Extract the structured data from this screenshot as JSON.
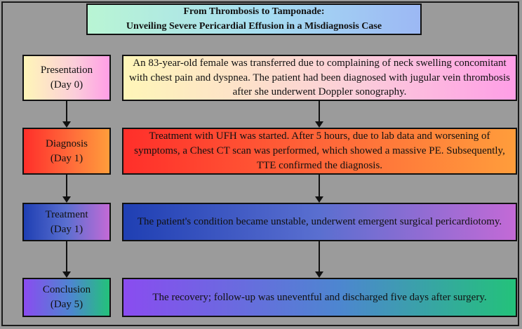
{
  "title": {
    "line1": "From Thrombosis to Tamponade:",
    "line2": "Unveiling Severe Pericardial Effusion in a Misdiagnosis Case"
  },
  "rows": [
    {
      "stage": "Presentation",
      "day": "(Day 0)",
      "text": "An 83-year-old female was transferred due  to complaining of neck swelling concomitant with chest pain and dyspnea. The patient had been diagnosed with jugular vein thrombosis after she underwent Doppler sonography."
    },
    {
      "stage": "Diagnosis",
      "day": "(Day 1)",
      "text": "Treatment with UFH was started. After 5 hours, due to lab data and worsening of symptoms, a Chest CT scan was performed, which showed a massive PE. Subsequently, TTE confirmed the diagnosis."
    },
    {
      "stage": "Treatment",
      "day": "(Day 1)",
      "text": "The patient's condition became unstable, underwent emergent surgical pericardiotomy."
    },
    {
      "stage": "Conclusion",
      "day": "(Day 5)",
      "text": "The recovery; follow-up was uneventful and discharged five days after surgery."
    }
  ]
}
